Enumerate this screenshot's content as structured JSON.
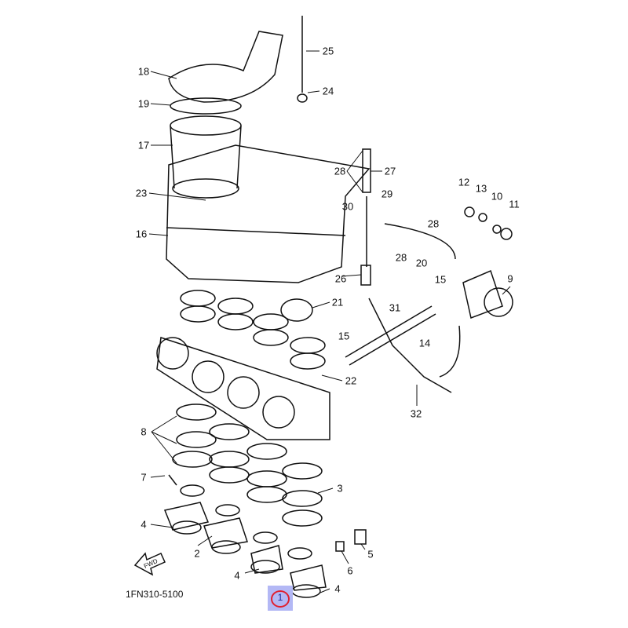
{
  "diagram_code": "1FN310-5100",
  "direction_marker": "FWD",
  "highlighted_part": "1",
  "callouts": [
    "25",
    "24",
    "18",
    "19",
    "17",
    "28",
    "27",
    "29",
    "23",
    "30",
    "12",
    "13",
    "10",
    "11",
    "28",
    "16",
    "20",
    "28",
    "9",
    "15",
    "26",
    "21",
    "31",
    "14",
    "15",
    "22",
    "32",
    "8",
    "7",
    "3",
    "4",
    "2",
    "5",
    "6",
    "4",
    "4"
  ],
  "colors": {
    "highlight_bg": "#b3b8f5",
    "highlight_ring": "#e02030",
    "line": "#111111"
  }
}
